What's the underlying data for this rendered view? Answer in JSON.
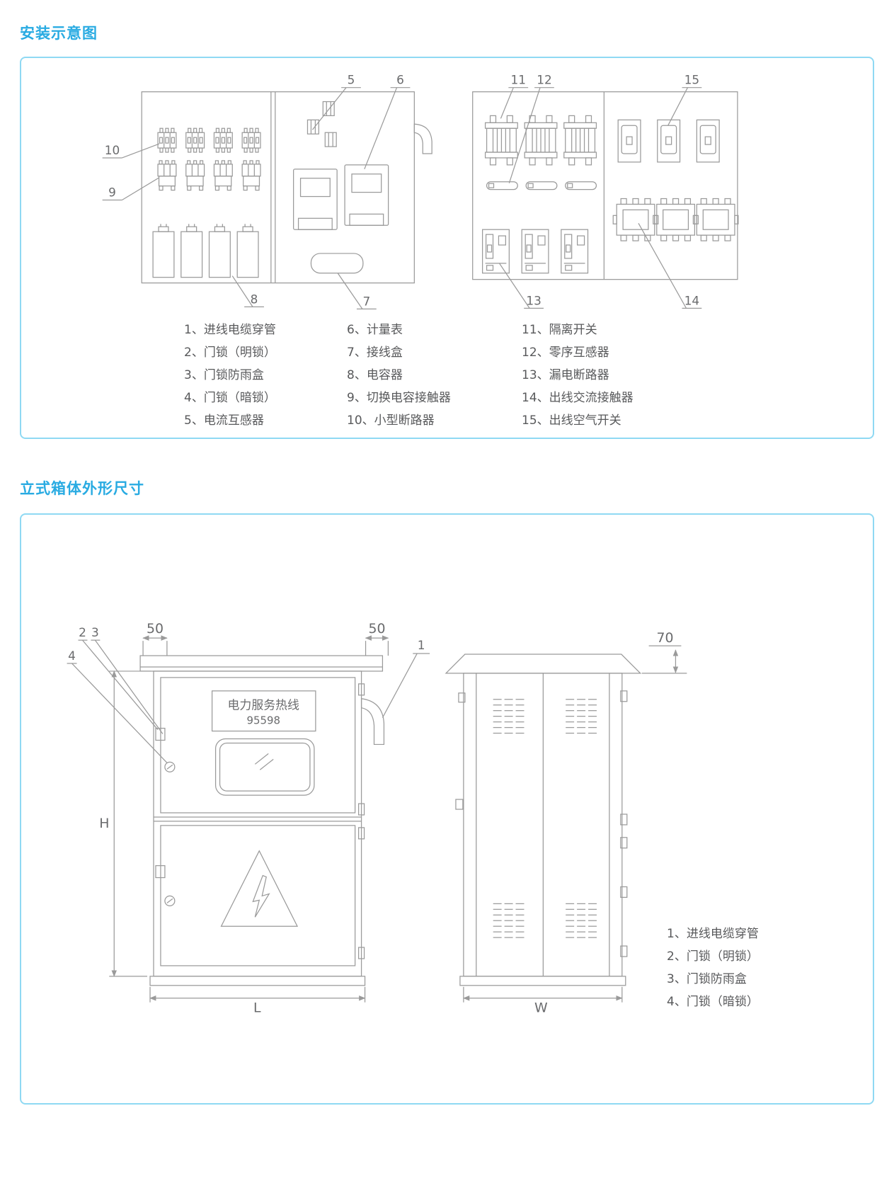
{
  "colors": {
    "accent_blue": "#29ABE2",
    "panel_border": "#8FD9F3",
    "drawing_line": "#9A9A9A",
    "legend_text": "#58595B"
  },
  "section_install": {
    "title": "安装示意图",
    "callouts": {
      "n5": "5",
      "n6": "6",
      "n7": "7",
      "n8": "8",
      "n9": "9",
      "n10": "10",
      "n11": "11",
      "n12": "12",
      "n13": "13",
      "n14": "14",
      "n15": "15"
    },
    "legend_col1": [
      "1、进线电缆穿管",
      "2、门锁（明锁）",
      "3、门锁防雨盒",
      "4、门锁（暗锁）",
      "5、电流互感器"
    ],
    "legend_col2": [
      "6、计量表",
      "7、接线盒",
      "8、电容器",
      "9、切换电容接触器",
      "10、小型断路器"
    ],
    "legend_col3": [
      "11、隔离开关",
      "12、零序互感器",
      "13、漏电断路器",
      "14、出线交流接触器",
      "15、出线空气开关"
    ]
  },
  "section_cabinet": {
    "title": "立式箱体外形尺寸",
    "sign": {
      "line1": "电力服务热线",
      "line2": "95598"
    },
    "dims": {
      "left_overhang": "50",
      "right_overhang": "50",
      "roof_height": "70",
      "height": "H",
      "length": "L",
      "width": "W"
    },
    "callouts": {
      "n1": "1",
      "n2": "2",
      "n3": "3",
      "n4": "4"
    },
    "legend": [
      "1、进线电缆穿管",
      "2、门锁（明锁）",
      "3、门锁防雨盒",
      "4、门锁（暗锁）"
    ]
  }
}
